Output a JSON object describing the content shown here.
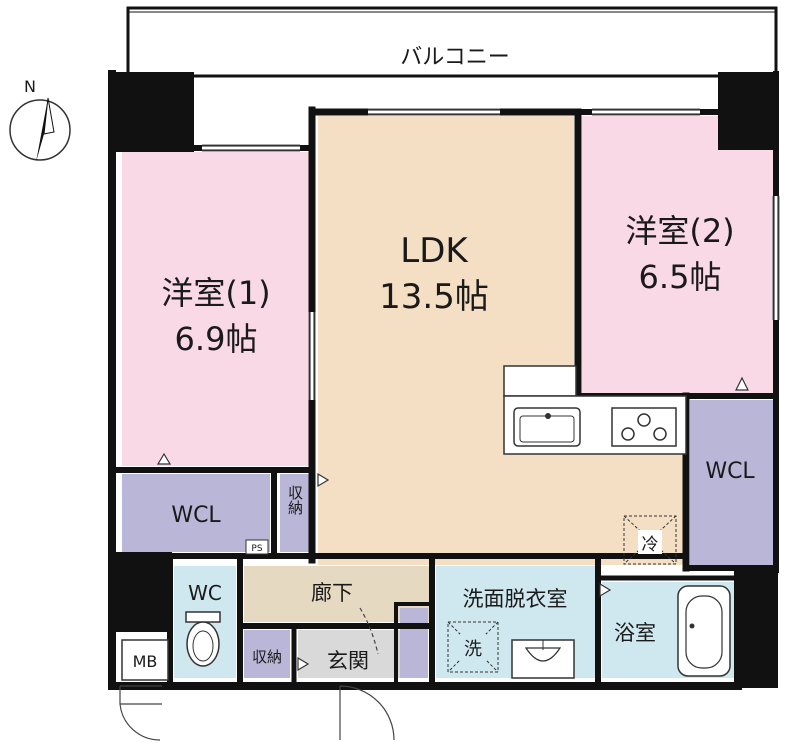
{
  "compass": {
    "label": "N"
  },
  "rooms": {
    "balcony": {
      "name": "バルコニー"
    },
    "western1": {
      "name": "洋室(1)",
      "size": "6.9帖"
    },
    "ldk": {
      "name": "LDK",
      "size": "13.5帖"
    },
    "western2": {
      "name": "洋室(2)",
      "size": "6.5帖"
    },
    "wcl_left": {
      "name": "WCL"
    },
    "wcl_right": {
      "name": "WCL"
    },
    "storage_top": {
      "name": "収納"
    },
    "storage_bottom": {
      "name": "収納"
    },
    "ps": {
      "name": "PS"
    },
    "wc": {
      "name": "WC"
    },
    "hallway": {
      "name": "廊下"
    },
    "entrance": {
      "name": "玄関"
    },
    "washroom": {
      "name": "洗面脱衣室"
    },
    "bathroom": {
      "name": "浴室"
    },
    "mb": {
      "name": "MB"
    }
  },
  "fixtures": {
    "fridge": "冷",
    "washer": "洗"
  },
  "colors": {
    "wall": "#111111",
    "ldk": "#f5dfc4",
    "western": "#f9d9e6",
    "closet": "#b9b6d8",
    "wet": "#cfe8ef",
    "hall": "#e6d9c2",
    "entrance": "#d9d9d9"
  }
}
